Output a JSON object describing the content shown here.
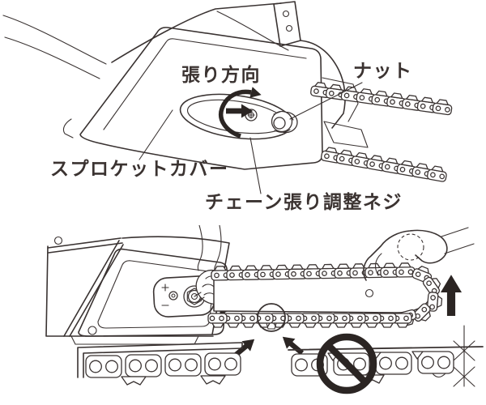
{
  "colors": {
    "background": "#ffffff",
    "line_art": "#3a3332",
    "text": "#3b3331",
    "solid_arrows": "#2b2523"
  },
  "top_diagram": {
    "labels": {
      "tension_direction": "張り方向",
      "nut": "ナット",
      "sprocket_cover": "スプロケットカバー",
      "chain_tension_screw": "チェーン張り調整ネジ"
    },
    "icons": [
      "rotate-direction-arrow-icon",
      "tension-direction-arrow-icon"
    ]
  },
  "bottom_diagram": {
    "icons": [
      "turn-screw-arrow-icon",
      "pull-chain-up-arrow-icon",
      "check-point-arrow-icon",
      "inspection-circle-icon",
      "pointing-hand-icon",
      "adjusting-hand-icon",
      "prohibition-icon",
      "tension-gap-dimension-icon"
    ]
  }
}
